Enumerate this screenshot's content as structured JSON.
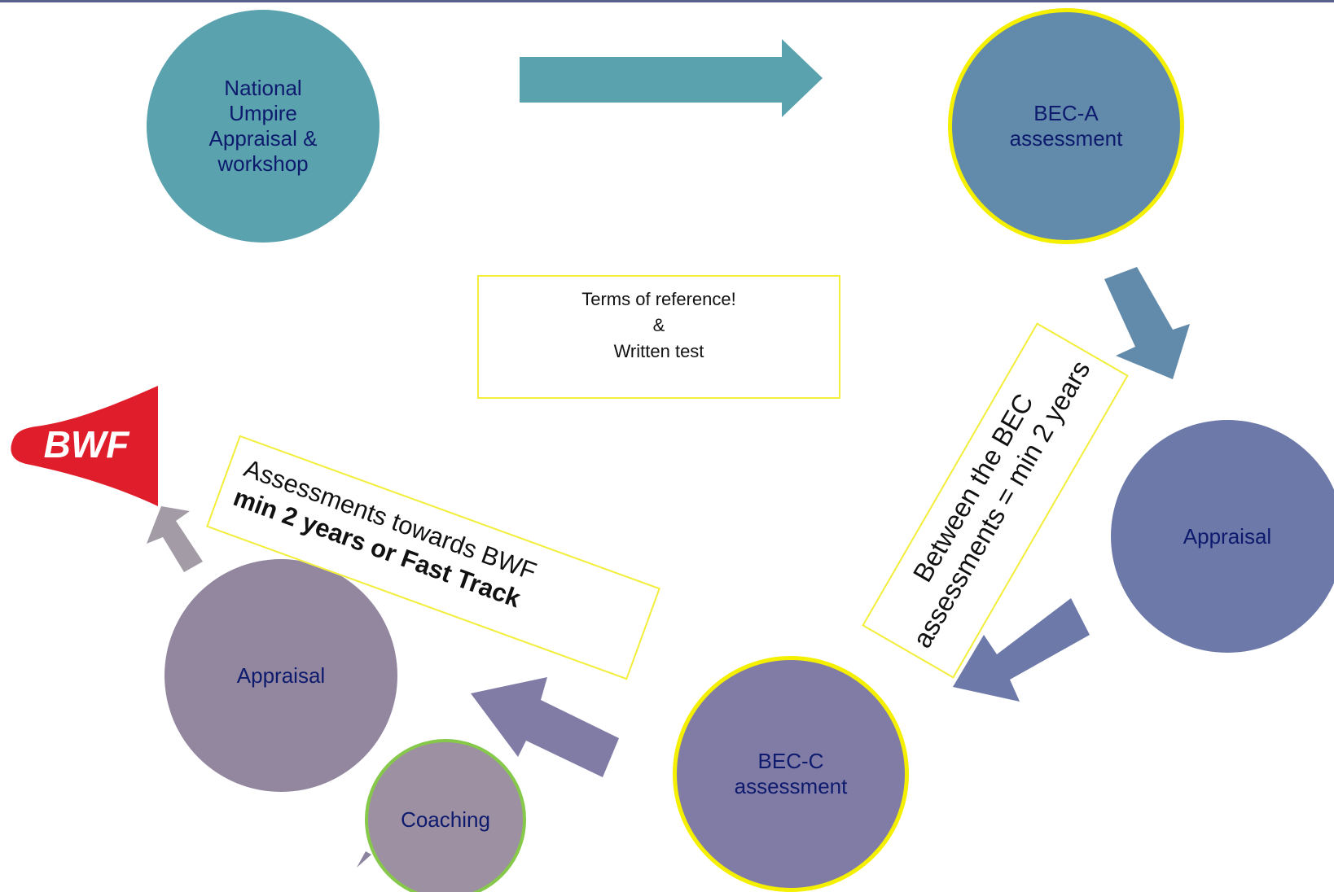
{
  "nodes": {
    "national": {
      "label": "National\nUmpire\nAppraisal &\nworkshop",
      "color": "#5aa3ae"
    },
    "bec_a": {
      "label": "BEC-A\nassessment",
      "color": "#628aaa",
      "ring": "#f5f000"
    },
    "appraisal_right": {
      "label": "Appraisal",
      "color": "#6d79a8"
    },
    "bec_c": {
      "label": "BEC-C\nassessment",
      "color": "#817ca6",
      "ring": "#f5f000"
    },
    "appraisal_left": {
      "label": "Appraisal",
      "color": "#92879f"
    },
    "coaching": {
      "label": "Coaching",
      "color": "#9d90a2",
      "ring": "#86c94a"
    }
  },
  "notes": {
    "terms": [
      "Terms of reference!",
      "&",
      "Written test"
    ],
    "bec_gap": [
      "Between the BEC",
      "assessments = min 2 years"
    ],
    "bwf_path": {
      "line1": "Assessments towards BWF",
      "line2": "min 2 years or Fast Track"
    }
  },
  "logo": {
    "text": "BWF",
    "color": "#e01e2b"
  },
  "colors": {
    "border_yellow": "#f2ee3a",
    "text_navy": "#0d1a6e"
  }
}
